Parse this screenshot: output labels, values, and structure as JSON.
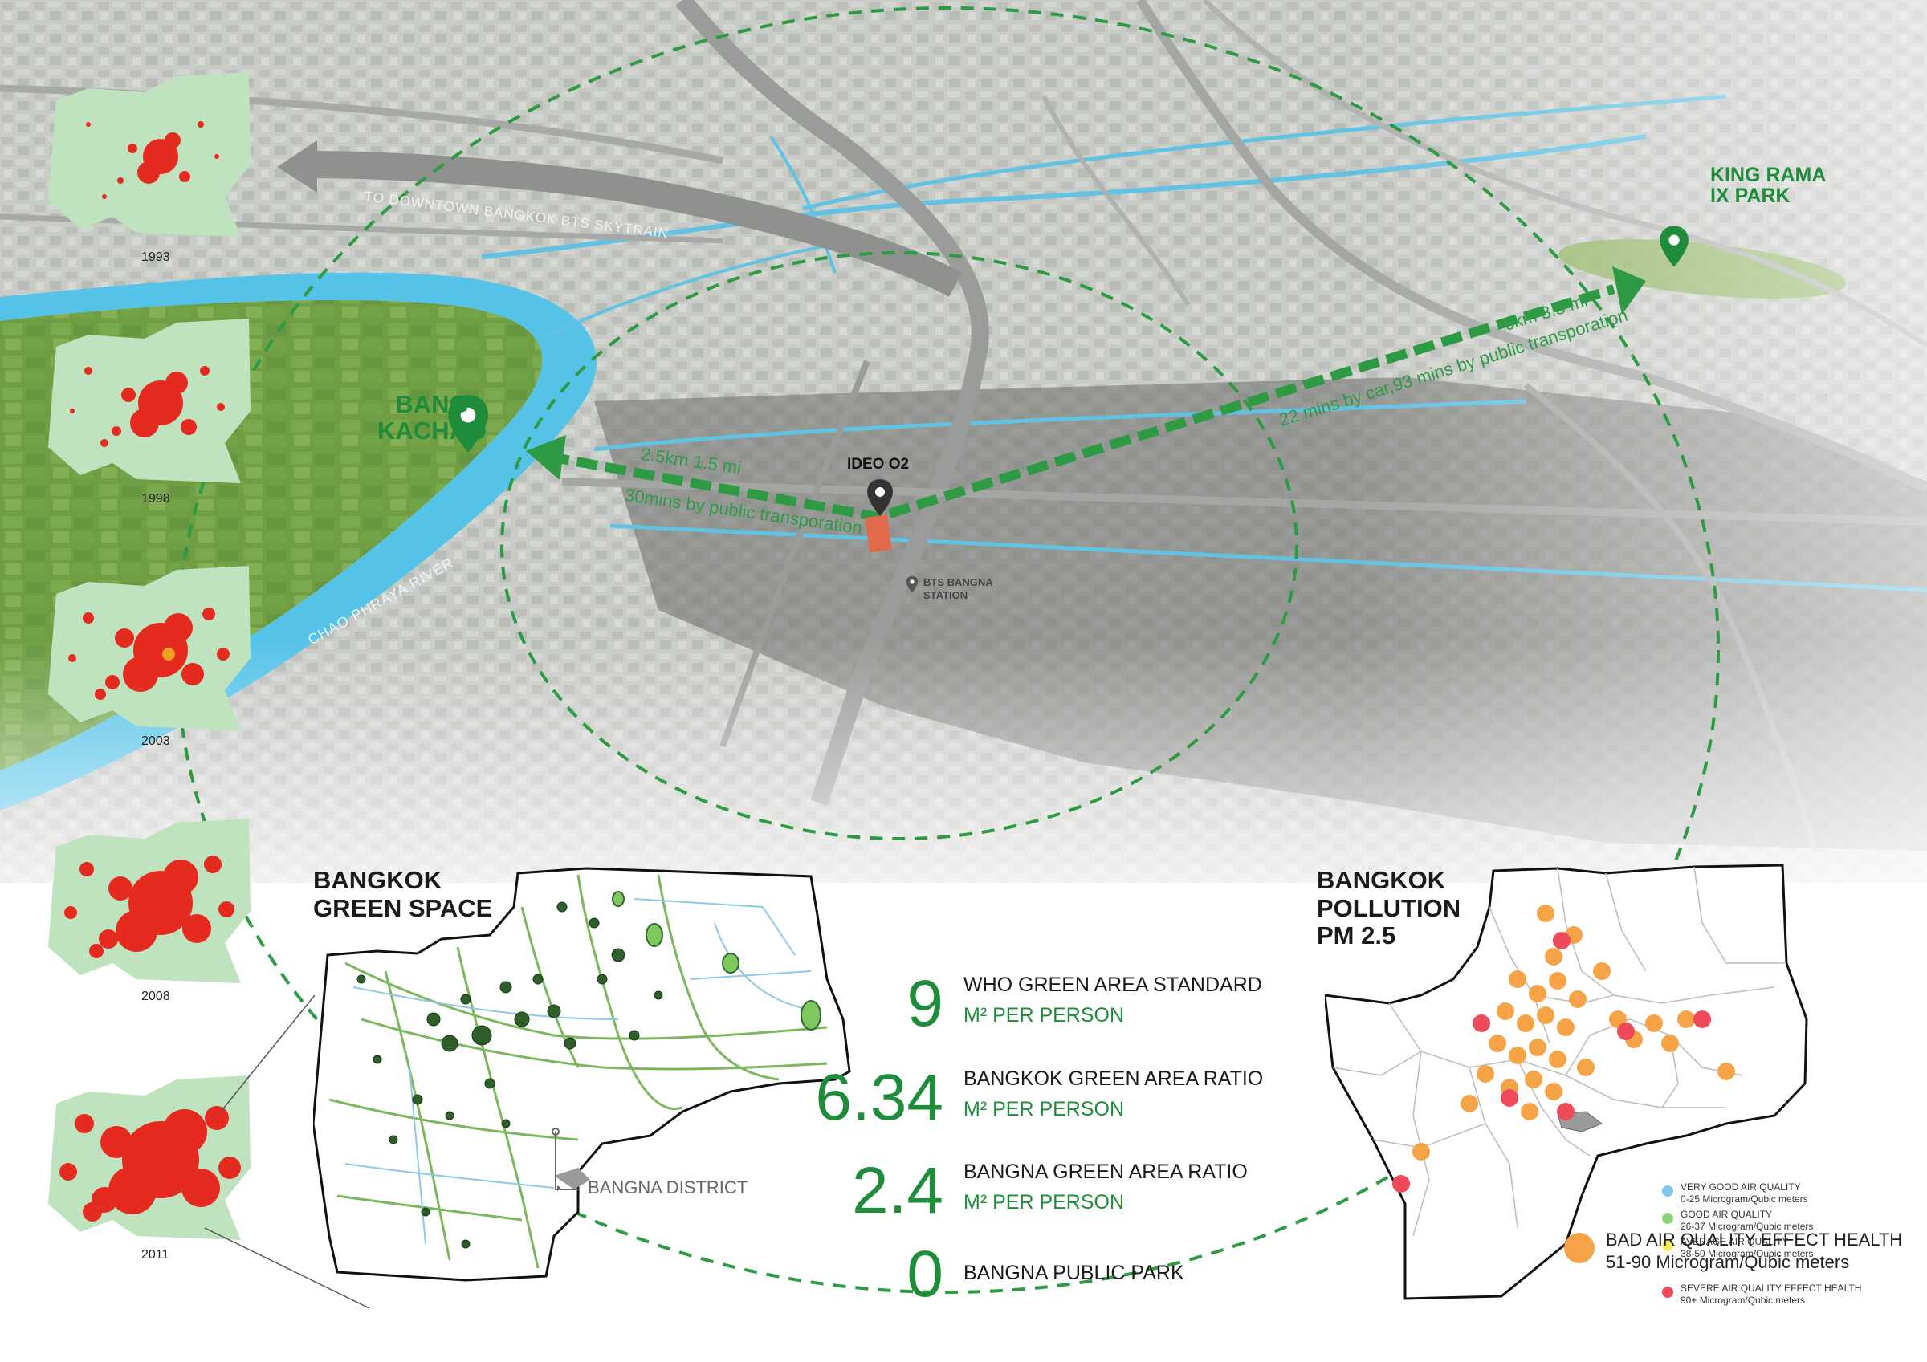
{
  "map": {
    "downtown_label": "TO DOWNTOWN BANGKOK BTS SKYTRAIN",
    "river_label": "CHAO PHRAYA RIVER",
    "station_label": "BTS BANGNA\nSTATION",
    "site_label": "IDEO O2",
    "park_east": "KING RAMA\nIX PARK",
    "park_west": "BANG\nKACHAO",
    "route_west_distance": "2.5km 1.5 mi",
    "route_west_time": "30mins by public transporation",
    "route_east_distance": "6km 3.8 mi",
    "route_east_time": "22 mins by car,93 mins by public transporation"
  },
  "timeline": {
    "years": [
      "1993",
      "1998",
      "2003",
      "2008",
      "2011"
    ]
  },
  "green_space": {
    "title": "BANGKOK\nGREEN SPACE",
    "district_label": "BANGNA DISTRICT"
  },
  "stats": [
    {
      "value": "9",
      "label": "WHO GREEN AREA STANDARD",
      "unit": "M² PER PERSON"
    },
    {
      "value": "6.34",
      "label": "BANGKOK GREEN AREA RATIO",
      "unit": "M² PER PERSON"
    },
    {
      "value": "2.4",
      "label": "BANGNA GREEN AREA RATIO",
      "unit": "M² PER PERSON"
    },
    {
      "value": "0",
      "label": "BANGNA PUBLIC PARK",
      "unit": ""
    }
  ],
  "pollution": {
    "title": "BANGKOK\nPOLLUTION\nPM 2.5",
    "legend": [
      {
        "title": "VERY GOOD AIR QUALITY",
        "sub": "0-25 Microgram/Qubic meters",
        "color": "#7cc8ee"
      },
      {
        "title": "GOOD AIR QUALITY",
        "sub": "26-37 Microgram/Qubic meters",
        "color": "#8bd27a"
      },
      {
        "title": "AVERAGE AIR QUALITY",
        "sub": "38-50 Microgram/Qubic meters",
        "color": "#f3ef5a"
      },
      {
        "title": "BAD AIR QUALITY EFFECT HEALTH",
        "sub": "51-90 Microgram/Qubic meters",
        "color": "#f6a347"
      },
      {
        "title": "SEVERE AIR QUALITY EFFECT HEALTH",
        "sub": "90+ Microgram/Qubic meters",
        "color": "#ee4a5a"
      }
    ]
  },
  "colors": {
    "accent_green": "#1e8c3a",
    "river_blue": "#55c3e8",
    "park_green": "#78a84a",
    "sprawl_red": "#e52b1f"
  }
}
